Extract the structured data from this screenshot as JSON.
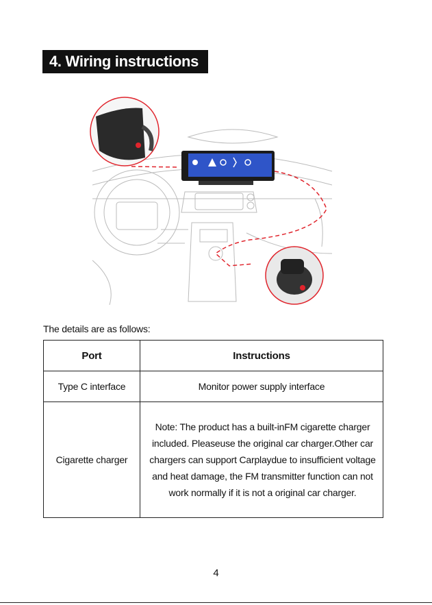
{
  "heading": "4. Wiring instructions",
  "intro": "The details are as follows:",
  "table": {
    "headers": [
      "Port",
      "Instructions"
    ],
    "rows": [
      [
        "Type C interface",
        "Monitor power supply interface"
      ],
      [
        "Cigarette charger",
        "Note: The product has a built-inFM cigarette charger included. Pleaseuse the original car charger.Other car chargers can support Carplaydue to insufficient voltage and heat damage, the FM transmitter function can not work normally if it is not a original car charger."
      ]
    ]
  },
  "page_number": "4",
  "colors": {
    "heading_bg": "#111111",
    "cable_line": "#e0242c",
    "screen": "#2f55c8"
  }
}
